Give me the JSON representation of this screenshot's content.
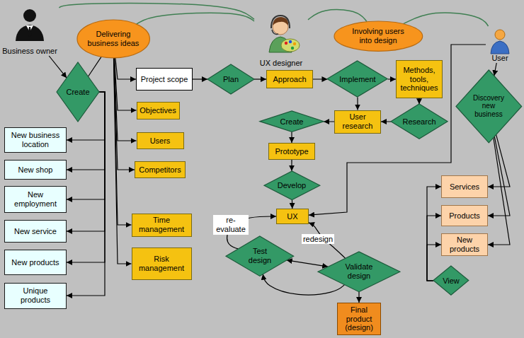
{
  "diagram": {
    "nodes": [
      {
        "text": [
          "Business owner"
        ]
      },
      {
        "text": [
          "Delivering business ideas"
        ]
      },
      {
        "text": [
          "UX designer"
        ]
      },
      {
        "text": [
          "Involving users into design"
        ]
      },
      {
        "text": [
          "User"
        ]
      },
      {
        "text": [
          "Create"
        ]
      },
      {
        "text": [
          "Project scope"
        ]
      },
      {
        "text": [
          "Plan"
        ]
      },
      {
        "text": [
          "Approach"
        ]
      },
      {
        "text": [
          "Implement"
        ]
      },
      {
        "text": [
          "Methods, tools, techniques"
        ]
      },
      {
        "text": [
          "Discovery new business"
        ]
      },
      {
        "text": [
          "Objectives"
        ]
      },
      {
        "text": [
          "Create"
        ]
      },
      {
        "text": [
          "User research"
        ]
      },
      {
        "text": [
          "Research"
        ]
      },
      {
        "text": [
          "New business location"
        ]
      },
      {
        "text": [
          "Users"
        ]
      },
      {
        "text": [
          "Prototype"
        ]
      },
      {
        "text": [
          "Competitors"
        ]
      },
      {
        "text": [
          "New shop"
        ]
      },
      {
        "text": [
          "Develop"
        ]
      },
      {
        "text": [
          "Services"
        ]
      },
      {
        "text": [
          "New employment"
        ]
      },
      {
        "text": [
          "UX"
        ]
      },
      {
        "text": [
          "Products"
        ]
      },
      {
        "text": [
          "Time management"
        ]
      },
      {
        "text": [
          "New service"
        ]
      },
      {
        "text": [
          "New products"
        ]
      },
      {
        "text": [
          "Test design"
        ]
      },
      {
        "text": [
          "Risk management"
        ]
      },
      {
        "text": [
          "New products"
        ]
      },
      {
        "text": [
          "Validate design"
        ]
      },
      {
        "text": [
          "View"
        ]
      },
      {
        "text": [
          "Unique products"
        ]
      },
      {
        "text": [
          "Final product (design)"
        ]
      }
    ],
    "edges": [
      {
        "from": 0,
        "to": 2,
        "arrow": "none"
      },
      {
        "from": 1,
        "to": 2,
        "arrow": "none"
      },
      {
        "from": 2,
        "to": 3,
        "arrow": "none"
      },
      {
        "from": 3,
        "to": 4,
        "arrow": "none"
      },
      {
        "from": 0,
        "to": 5,
        "arrow": "to"
      },
      {
        "from": 1,
        "to": 5,
        "arrow": "none"
      },
      {
        "from": 5,
        "to": 16,
        "arrow": "to"
      },
      {
        "from": 5,
        "to": 20,
        "arrow": "to"
      },
      {
        "from": 5,
        "to": 23,
        "arrow": "to"
      },
      {
        "from": 5,
        "to": 27,
        "arrow": "to"
      },
      {
        "from": 5,
        "to": 31,
        "arrow": "to"
      },
      {
        "from": 5,
        "to": 34,
        "arrow": "to"
      },
      {
        "from": 1,
        "to": 6,
        "arrow": "to"
      },
      {
        "from": 1,
        "to": 12,
        "arrow": "to"
      },
      {
        "from": 1,
        "to": 17,
        "arrow": "to"
      },
      {
        "from": 1,
        "to": 19,
        "arrow": "to"
      },
      {
        "from": 1,
        "to": 26,
        "arrow": "to"
      },
      {
        "from": 1,
        "to": 30,
        "arrow": "to"
      },
      {
        "from": 6,
        "to": 7,
        "arrow": "to"
      },
      {
        "from": 7,
        "to": 8,
        "arrow": "to"
      },
      {
        "from": 8,
        "to": 9,
        "arrow": "to"
      },
      {
        "from": 9,
        "to": 10,
        "arrow": "to"
      },
      {
        "from": 9,
        "to": 14,
        "arrow": "to"
      },
      {
        "from": 10,
        "to": 15,
        "arrow": "to"
      },
      {
        "from": 15,
        "to": 14,
        "arrow": "to"
      },
      {
        "from": 14,
        "to": 13,
        "arrow": "to"
      },
      {
        "from": 13,
        "to": 18,
        "arrow": "to"
      },
      {
        "from": 18,
        "to": 21,
        "arrow": "to"
      },
      {
        "from": 21,
        "to": 24,
        "arrow": "to"
      },
      {
        "from": 29,
        "to": 24,
        "label": "re-evaluate",
        "arrow": "to"
      },
      {
        "from": 32,
        "to": 24,
        "label": "redesign",
        "arrow": "to"
      },
      {
        "from": 29,
        "to": 32,
        "arrow": "both"
      },
      {
        "from": 32,
        "to": 29,
        "arrow": "to"
      },
      {
        "from": 32,
        "to": 35,
        "arrow": "to"
      },
      {
        "from": 4,
        "to": 11,
        "arrow": "to"
      },
      {
        "from": 4,
        "to": 24,
        "arrow": "to"
      },
      {
        "from": 11,
        "to": 22,
        "arrow": "to"
      },
      {
        "from": 11,
        "to": 25,
        "arrow": "to"
      },
      {
        "from": 11,
        "to": 28,
        "arrow": "to"
      },
      {
        "from": 33,
        "to": 22,
        "arrow": "to"
      },
      {
        "from": 33,
        "to": 25,
        "arrow": "to"
      },
      {
        "from": 33,
        "to": 28,
        "arrow": "to"
      }
    ]
  }
}
